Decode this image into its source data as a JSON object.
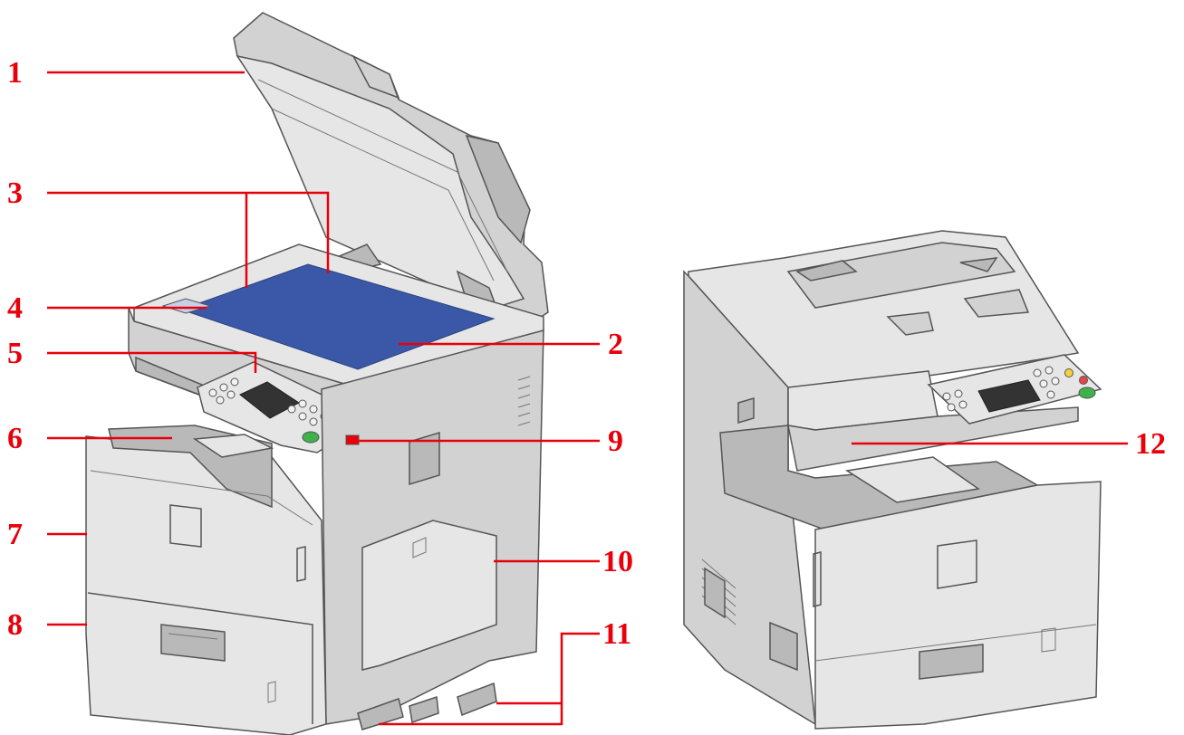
{
  "callouts": {
    "c1": "1",
    "c2": "2",
    "c3": "3",
    "c4": "4",
    "c5": "5",
    "c6": "6",
    "c7": "7",
    "c8": "8",
    "c9": "9",
    "c10": "10",
    "c11": "11",
    "c12": "12"
  },
  "colors": {
    "callout": "#e8000b",
    "platen_glass": "#3a58a7",
    "start_key": "#3fb14a"
  }
}
